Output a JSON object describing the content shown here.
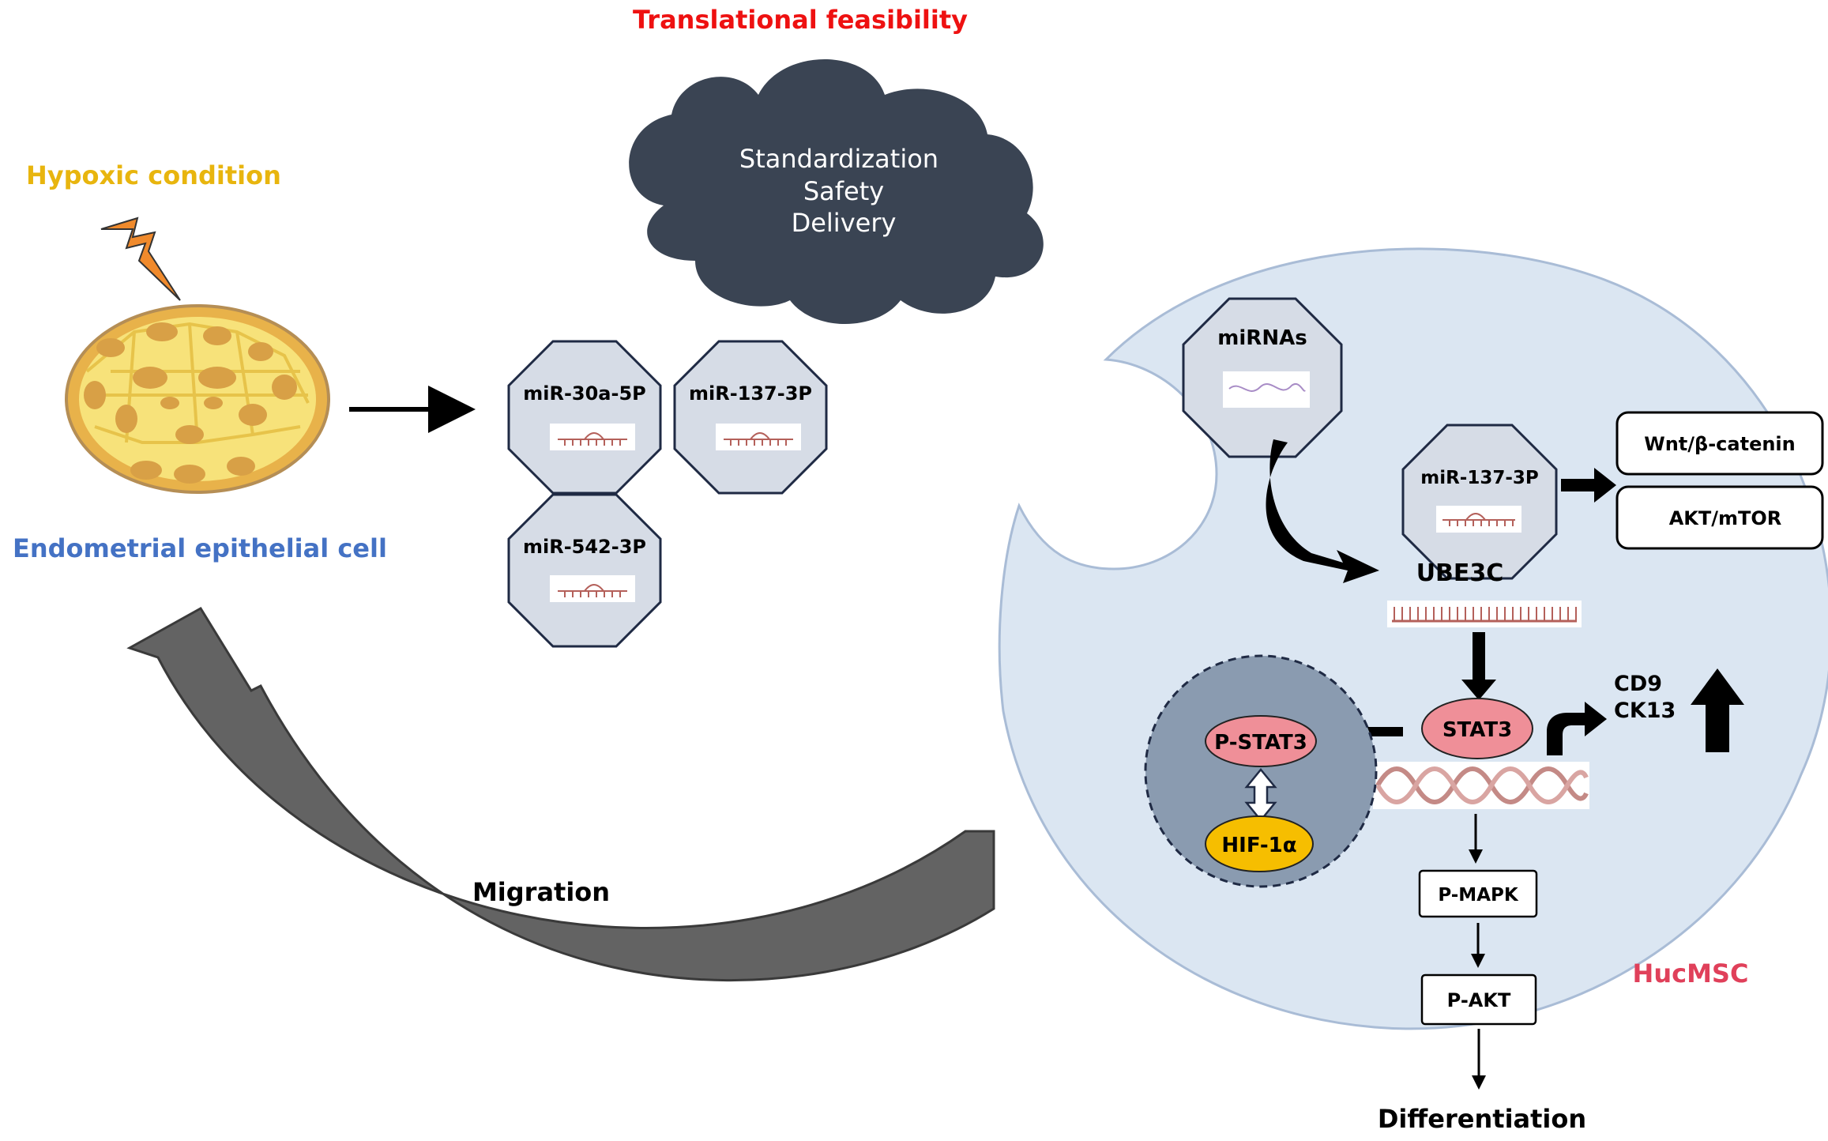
{
  "header": {
    "title": "Translational feasibility"
  },
  "cloud": {
    "lines": [
      "Standardization",
      "Safety",
      "Delivery"
    ]
  },
  "left": {
    "hypoxic_label": "Hypoxic condition",
    "cell_label": "Endometrial epithelial cell",
    "migration_label": "Migration"
  },
  "exosome_mirnas": [
    "miR-30a-5P",
    "miR-137-3P",
    "miR-542-3P"
  ],
  "hucmsc": {
    "label": "HucMSC",
    "mirnas_label": "miRNAs",
    "mir137_label": "miR-137-3P",
    "pathways": [
      "Wnt/β-catenin",
      "AKT/mTOR"
    ],
    "ube3c_label": "UBE3C",
    "stat3_label": "STAT3",
    "pstat3_label": "P-STAT3",
    "hif_label": "HIF-1α",
    "markers": [
      "CD9",
      "CK13"
    ],
    "pmapk_label": "P-MAPK",
    "pakt_label": "P-AKT",
    "differentiation_label": "Differentiation"
  },
  "colors": {
    "title_red": "#ee1111",
    "hypoxic_yellow": "#e8b50e",
    "cell_blue": "#4472c4",
    "hucmsc_red": "#e0405a",
    "cloud": "#3a4453",
    "hucmsc_fill": "#dbe6f2",
    "octagon_fill": "#d6dce6",
    "nucleus_fill": "#8a9bb0",
    "stat3_fill": "#ef8f98",
    "hif_fill": "#f6be00",
    "arrow_gray": "#636363"
  }
}
